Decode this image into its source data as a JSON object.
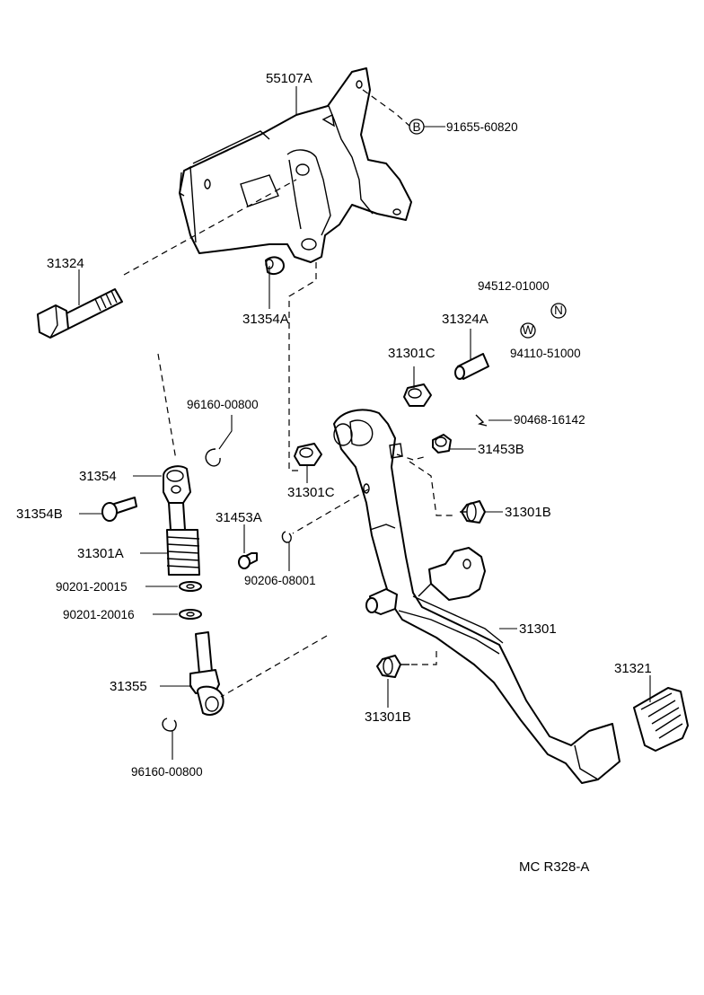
{
  "diagram": {
    "labels": {
      "bracket": "55107A",
      "bolt_ref": "91655-60820",
      "bolt_ref_marker": "B",
      "pivot_bolt": "31324",
      "bushing_top": "31354A",
      "clip_washer_top": "94512-01000",
      "clip_washer_mark": "W",
      "pin": "31324A",
      "nut_ref": "94110-51000",
      "nut_mark": "N",
      "bushing_c_upper": "31301C",
      "clip_96160_upper": "96160-00800",
      "spring_clip": "90468-16142",
      "stopper_b_upper": "31453B",
      "rod_clevis": "31354",
      "clevis_pin": "31354B",
      "bushing_c_lower": "31301C",
      "cushion_b_upper": "31301B",
      "pin_a": "31453A",
      "spring_31301A": "31301A",
      "washer_1": "90201-20015",
      "clip_90206": "90206-08001",
      "washer_2": "90201-20016",
      "pedal": "31301",
      "pedal_pad": "31321",
      "push_rod": "31355",
      "cushion_b_lower": "31301B",
      "clip_96160_lower": "96160-00800",
      "figure_ref": "MC R328-A"
    }
  }
}
